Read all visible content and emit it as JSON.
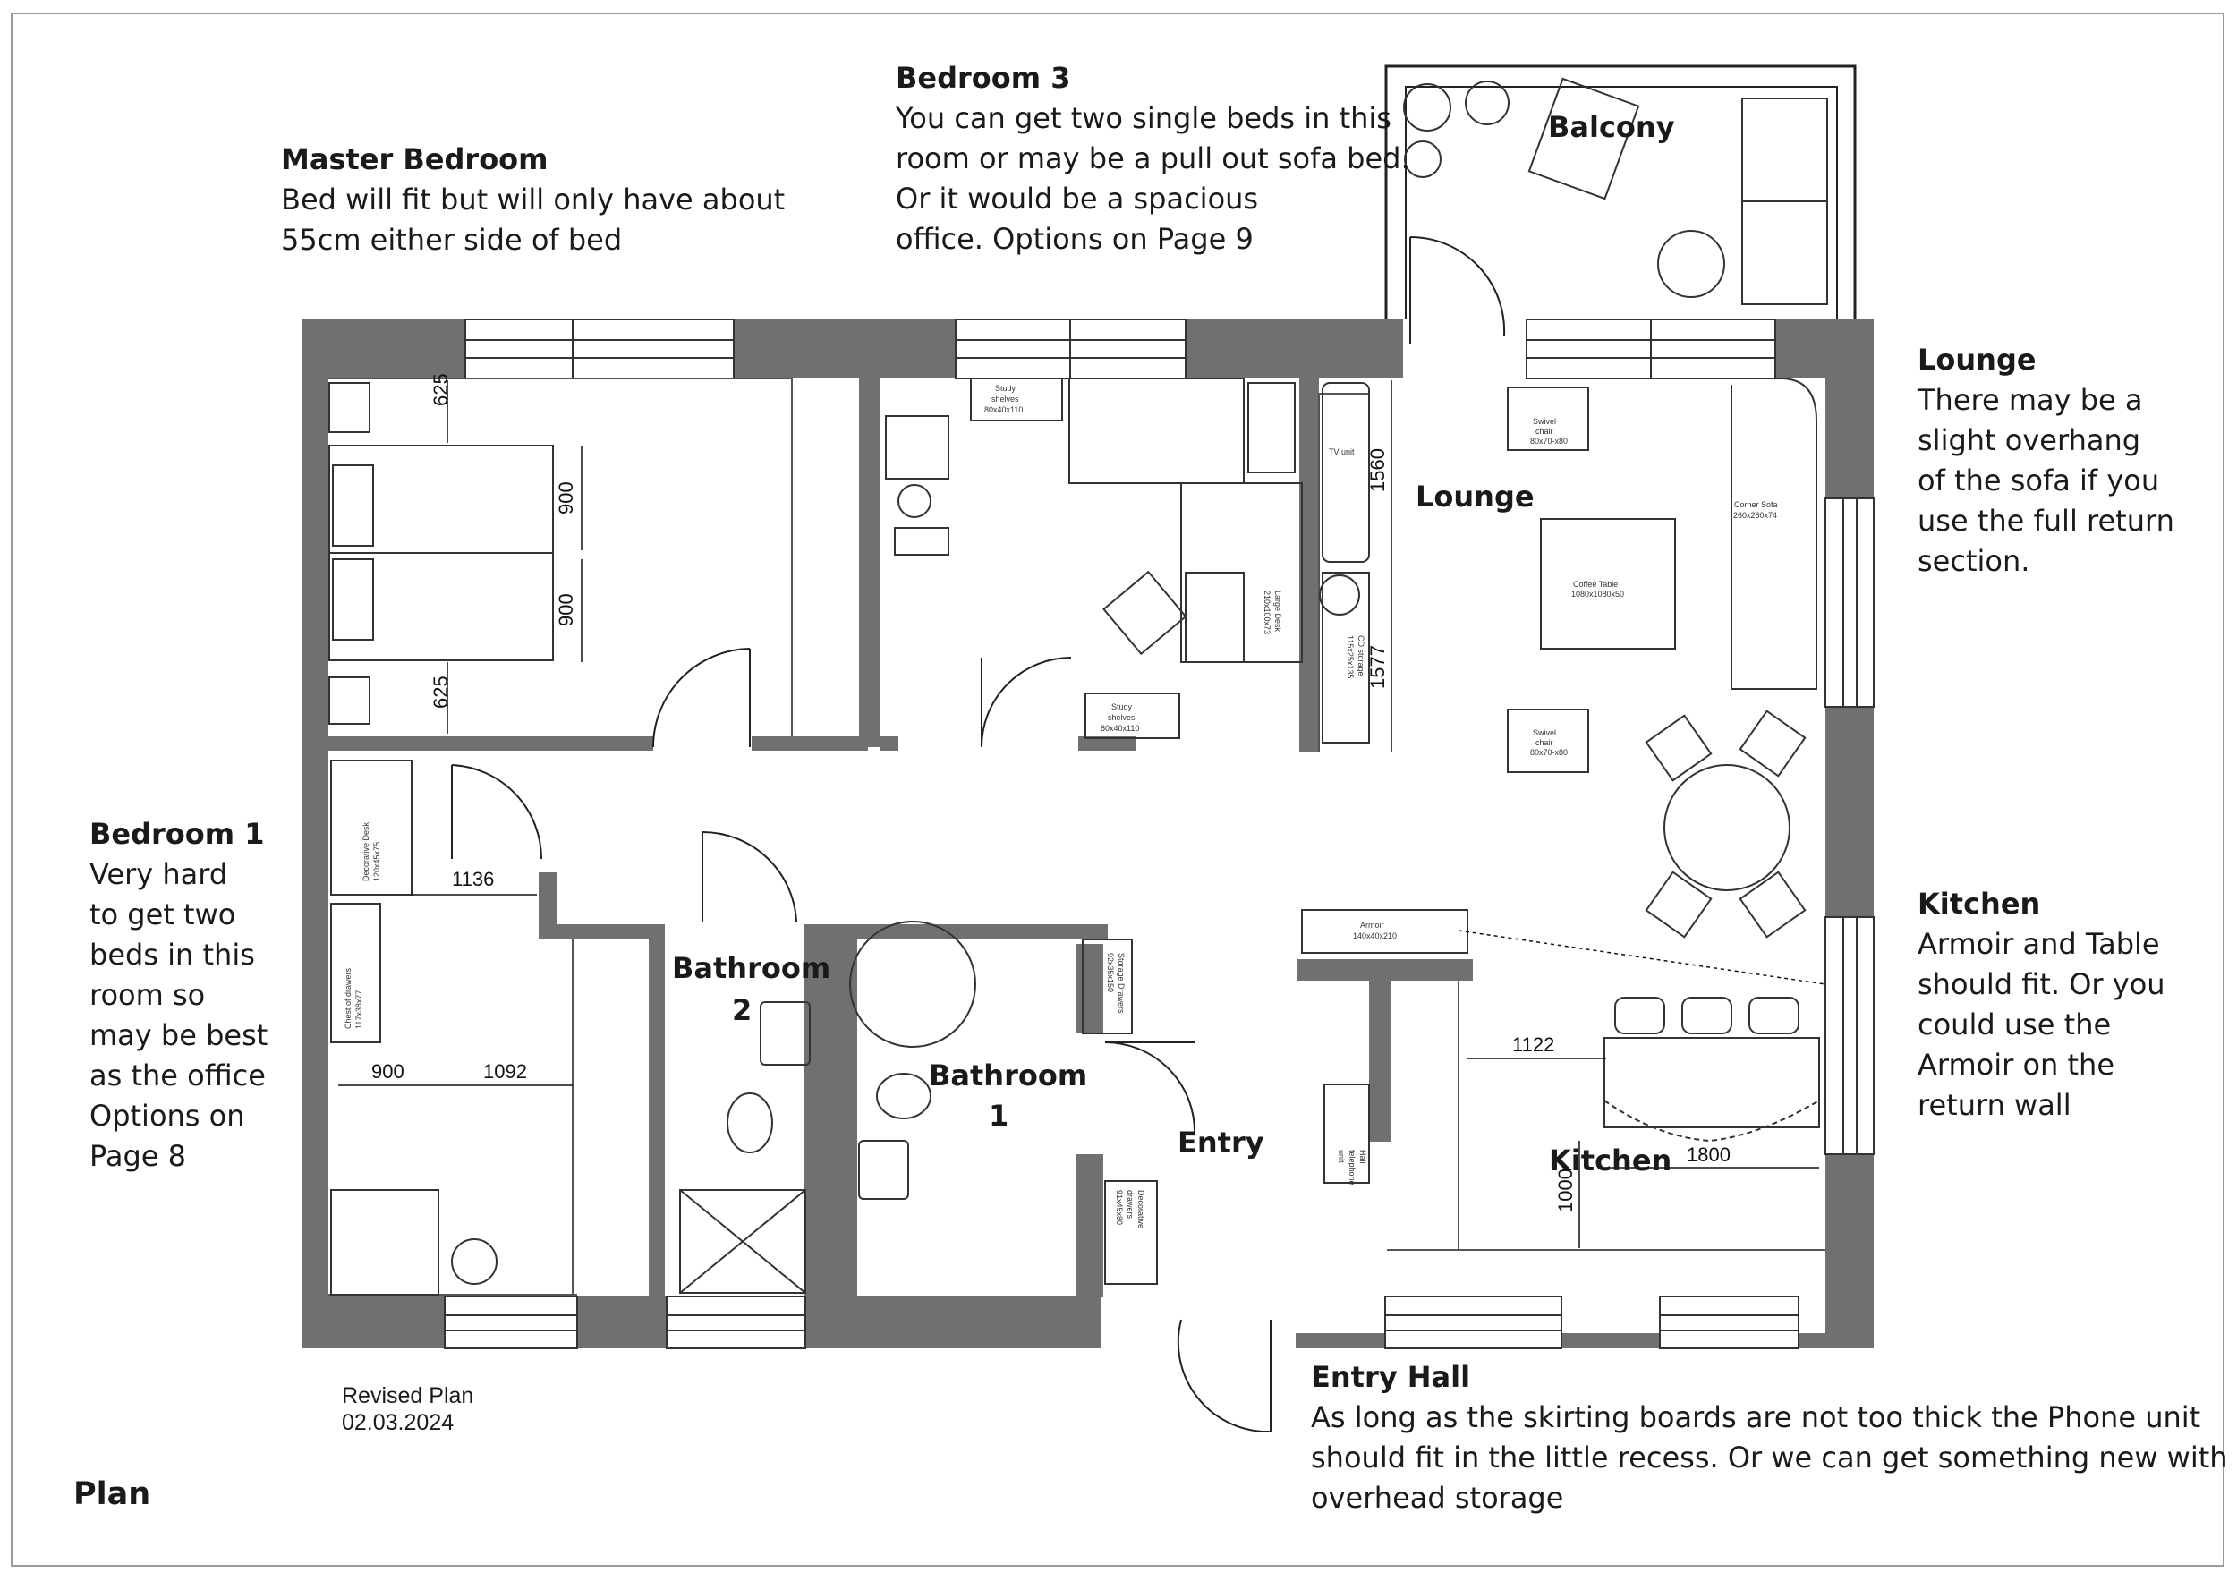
{
  "notes": {
    "master_bedroom": {
      "title": "Master Bedroom",
      "body": "Bed will fit but will only have about\n55cm either side of bed"
    },
    "bedroom3": {
      "title": "Bedroom 3",
      "body": "You can get two single beds in this\nroom or may be a pull out sofa bed.\nOr it would be a spacious\noffice. Options on Page 9"
    },
    "lounge": {
      "title": "Lounge",
      "body": "There may be a\nslight overhang\nof the sofa if you\nuse the full return\nsection."
    },
    "bedroom1": {
      "title": "Bedroom 1",
      "body": "Very hard\nto get two\nbeds in this\nroom so\nmay be best\nas the office\nOptions on\nPage 8"
    },
    "kitchen": {
      "title": "Kitchen",
      "body": "Armoir and Table\nshould fit. Or you\ncould use the\nArmoir on the\nreturn wall"
    },
    "entry_hall": {
      "title": "Entry Hall",
      "body": "As long as the skirting boards are not too thick the Phone unit\nshould fit in the little recess. Or we can get something new with\noverhead storage"
    }
  },
  "rooms": {
    "balcony": "Balcony",
    "lounge": "Lounge",
    "bathroom2_line1": "Bathroom",
    "bathroom2_line2": "2",
    "bathroom1_line1": "Bathroom",
    "bathroom1_line2": "1",
    "entry": "Entry",
    "kitchen": "Kitchen"
  },
  "dimensions": {
    "mb_top": "625",
    "mb_bed1": "900",
    "mb_bed2": "900",
    "mb_bottom": "625",
    "b3_upper": "1560",
    "b3_lower": "1577",
    "b1_width": "1136",
    "b1_bed": "900",
    "b1_clear": "1092",
    "kitchen_clear": "1122",
    "kitchen_table": "1800",
    "kitchen_depth": "1000"
  },
  "furniture": {
    "study_shelves_top_1": "Study",
    "study_shelves_top_2": "shelves",
    "study_shelves_top_3": "80x40x110",
    "tv_unit": "TV unit",
    "large_desk_1": "Large Desk",
    "large_desk_2": "210x100x73",
    "cd_storage_1": "CD storage",
    "cd_storage_2": "115x25x135",
    "study_shelves_bottom_1": "Study",
    "study_shelves_bottom_2": "shelves",
    "study_shelves_bottom_3": "80x40x110",
    "swivel_top_1": "Swivel",
    "swivel_top_2": "chair",
    "swivel_top_3": "80x70-x80",
    "corner_sofa_1": "Corner Sofa",
    "corner_sofa_2": "260x260x74",
    "coffee_table_1": "Coffee Table",
    "coffee_table_2": "1080x1080x50",
    "swivel_bottom_1": "Swivel",
    "swivel_bottom_2": "chair",
    "swivel_bottom_3": "80x70-x80",
    "decorative_desk_1": "Decorative Desk",
    "decorative_desk_2": "120x45x75",
    "chest_drawers_1": "Chest of drawers",
    "chest_drawers_2": "117x38x77",
    "armoir_1": "Armoir",
    "armoir_2": "140x40x210",
    "storage_drawers_1": "Storage Drawers",
    "storage_drawers_2": "92x35x150",
    "hall_telephone_1": "Hall",
    "hall_telephone_2": "telephone",
    "hall_telephone_3": "unit",
    "decorative_drawers_1": "Decorative",
    "decorative_drawers_2": "drawers",
    "decorative_drawers_3": "91x45x80"
  },
  "meta": {
    "revised": "Revised Plan",
    "date": "02.03.2024",
    "title": "Plan"
  }
}
